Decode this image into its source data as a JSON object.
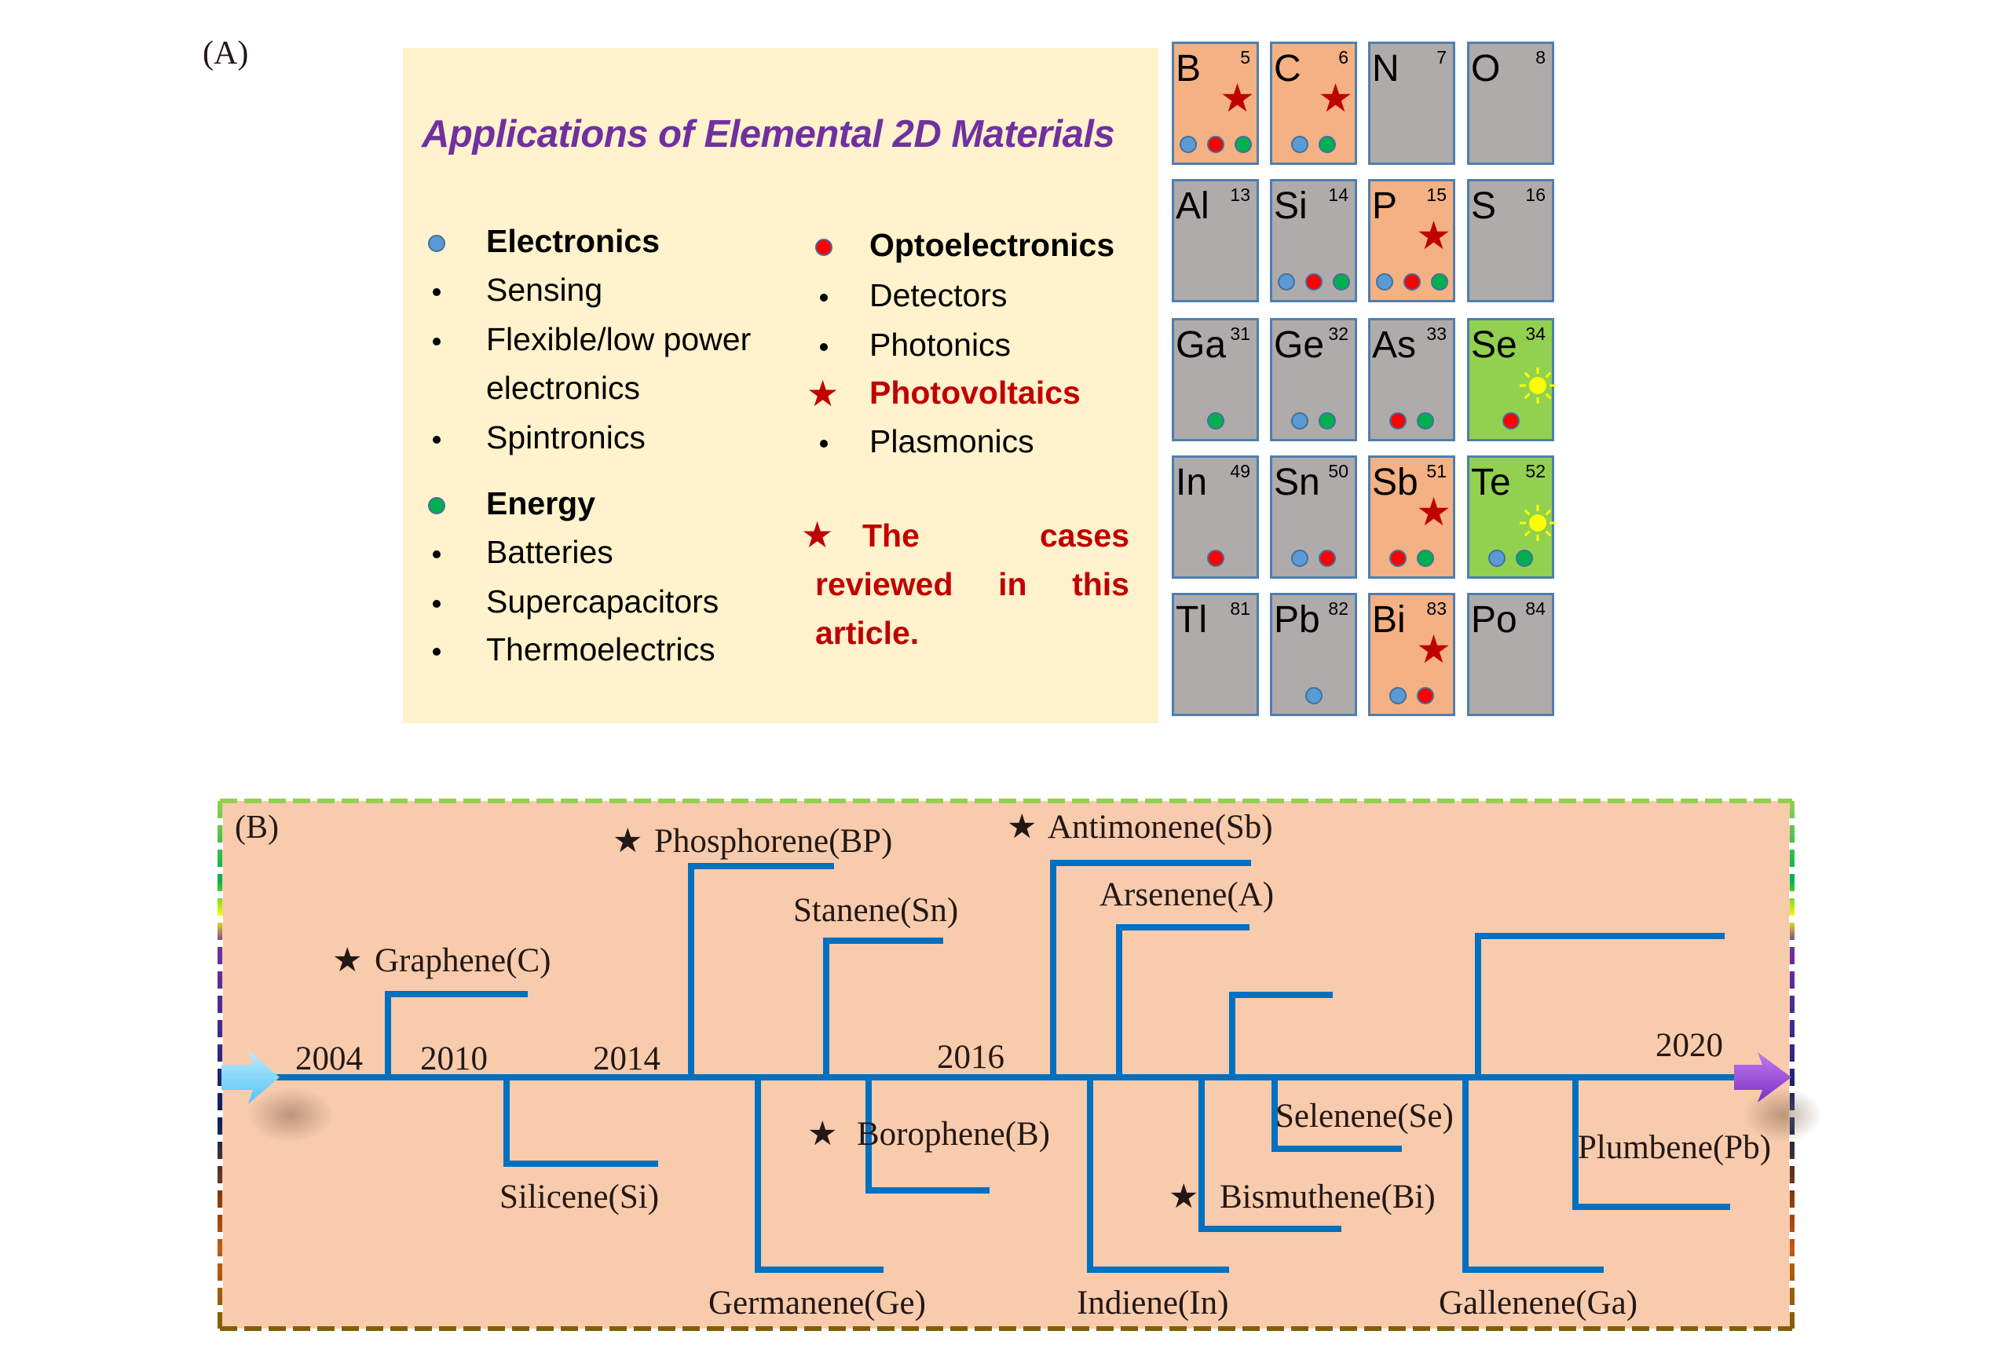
{
  "panel_a": {
    "label": "(A)",
    "title": "Applications of Elemental 2D Materials",
    "legend": {
      "colors": {
        "electronics": "#5B9BD5",
        "optoelectronics": "#FF0000",
        "energy": "#00B050",
        "photovoltaics_star": "#C00000",
        "sun": "#FFFF00"
      },
      "left_column": [
        {
          "type": "head",
          "marker": "electronics",
          "text": "Electronics"
        },
        {
          "type": "bullet",
          "text": "Sensing"
        },
        {
          "type": "bullet",
          "text": "Flexible/low power"
        },
        {
          "type": "cont",
          "text": "electronics"
        },
        {
          "type": "bullet",
          "text": "Spintronics"
        },
        {
          "type": "gap"
        },
        {
          "type": "head",
          "marker": "energy",
          "text": "Energy"
        },
        {
          "type": "bullet",
          "text": "Batteries"
        },
        {
          "type": "bullet",
          "text": "Supercapacitors"
        },
        {
          "type": "bullet",
          "text": "Thermoelectrics"
        }
      ],
      "right_column": [
        {
          "type": "head",
          "marker": "optoelectronics",
          "text": "Optoelectronics"
        },
        {
          "type": "bullet",
          "text": "Detectors"
        },
        {
          "type": "bullet",
          "text": "Photonics"
        },
        {
          "type": "star",
          "text": "Photovoltaics"
        },
        {
          "type": "bullet",
          "text": "Plasmonics"
        }
      ],
      "note_lines": [
        [
          "The",
          "cases"
        ],
        [
          "reviewed",
          "in",
          "this"
        ],
        [
          "article."
        ]
      ]
    },
    "tile_colors": {
      "reviewed": "#F4B183",
      "plain": "#AFABAB",
      "photovoltaic": "#92D050"
    },
    "elements": [
      {
        "symbol": "B",
        "number": "5",
        "kind": "reviewed",
        "star": true,
        "sun": false,
        "dots": [
          "electronics",
          "optoelectronics",
          "energy"
        ]
      },
      {
        "symbol": "C",
        "number": "6",
        "kind": "reviewed",
        "star": true,
        "sun": false,
        "dots": [
          "electronics",
          "energy"
        ]
      },
      {
        "symbol": "N",
        "number": "7",
        "kind": "plain",
        "star": false,
        "sun": false,
        "dots": []
      },
      {
        "symbol": "O",
        "number": "8",
        "kind": "plain",
        "star": false,
        "sun": false,
        "dots": []
      },
      {
        "symbol": "Al",
        "number": "13",
        "kind": "plain",
        "star": false,
        "sun": false,
        "dots": []
      },
      {
        "symbol": "Si",
        "number": "14",
        "kind": "plain",
        "star": false,
        "sun": false,
        "dots": [
          "electronics",
          "optoelectronics",
          "energy"
        ]
      },
      {
        "symbol": "P",
        "number": "15",
        "kind": "reviewed",
        "star": true,
        "sun": false,
        "dots": [
          "electronics",
          "optoelectronics",
          "energy"
        ]
      },
      {
        "symbol": "S",
        "number": "16",
        "kind": "plain",
        "star": false,
        "sun": false,
        "dots": []
      },
      {
        "symbol": "Ga",
        "number": "31",
        "kind": "plain",
        "star": false,
        "sun": false,
        "dots": [
          "energy"
        ]
      },
      {
        "symbol": "Ge",
        "number": "32",
        "kind": "plain",
        "star": false,
        "sun": false,
        "dots": [
          "electronics",
          "energy"
        ]
      },
      {
        "symbol": "As",
        "number": "33",
        "kind": "plain",
        "star": false,
        "sun": false,
        "dots": [
          "optoelectronics",
          "energy"
        ]
      },
      {
        "symbol": "Se",
        "number": "34",
        "kind": "photovoltaic",
        "star": false,
        "sun": true,
        "dots": [
          "optoelectronics"
        ]
      },
      {
        "symbol": "In",
        "number": "49",
        "kind": "plain",
        "star": false,
        "sun": false,
        "dots": [
          "optoelectronics"
        ]
      },
      {
        "symbol": "Sn",
        "number": "50",
        "kind": "plain",
        "star": false,
        "sun": false,
        "dots": [
          "electronics",
          "optoelectronics"
        ]
      },
      {
        "symbol": "Sb",
        "number": "51",
        "kind": "reviewed",
        "star": true,
        "sun": false,
        "dots": [
          "optoelectronics",
          "energy"
        ]
      },
      {
        "symbol": "Te",
        "number": "52",
        "kind": "photovoltaic",
        "star": false,
        "sun": true,
        "dots": [
          "electronics",
          "energy"
        ]
      },
      {
        "symbol": "Tl",
        "number": "81",
        "kind": "plain",
        "star": false,
        "sun": false,
        "dots": []
      },
      {
        "symbol": "Pb",
        "number": "82",
        "kind": "plain",
        "star": false,
        "sun": false,
        "dots": [
          "electronics"
        ]
      },
      {
        "symbol": "Bi",
        "number": "83",
        "kind": "reviewed",
        "star": true,
        "sun": false,
        "dots": [
          "electronics",
          "optoelectronics"
        ]
      },
      {
        "symbol": "Po",
        "number": "84",
        "kind": "plain",
        "star": false,
        "sun": false,
        "dots": []
      }
    ]
  },
  "panel_b": {
    "label": "(B)",
    "colors": {
      "background": "#F8CBAD",
      "line": "#0070C0",
      "start_arrow": "#7FD4FF",
      "end_arrow": "#9B45D9"
    },
    "years": [
      "2004",
      "2010",
      "2014",
      "2016",
      "2020"
    ],
    "star_glyph": "★",
    "materials": [
      {
        "name": "Graphene(C)",
        "direction": "up",
        "starred": true
      },
      {
        "name": "Silicene(Si)",
        "direction": "down",
        "starred": false
      },
      {
        "name": "Phosphorene(BP)",
        "direction": "up",
        "starred": true
      },
      {
        "name": "Germanene(Ge)",
        "direction": "down",
        "starred": false
      },
      {
        "name": "Stanene(Sn)",
        "direction": "up",
        "starred": false
      },
      {
        "name": "Borophene(B)",
        "direction": "down",
        "starred": true
      },
      {
        "name": "Antimonene(Sb)",
        "direction": "up",
        "starred": true
      },
      {
        "name": "Indiene(In)",
        "direction": "down",
        "starred": false
      },
      {
        "name": "Arsenene(A)",
        "direction": "up",
        "starred": false
      },
      {
        "name": "Bismuthene(Bi)",
        "direction": "down",
        "starred": true
      },
      {
        "name": "",
        "direction": "up",
        "starred": false
      },
      {
        "name": "Selenene(Se)",
        "direction": "down",
        "starred": false
      },
      {
        "name": "Gallenene(Ga)",
        "direction": "down",
        "starred": false
      },
      {
        "name": "",
        "direction": "up",
        "starred": false
      },
      {
        "name": "Plumbene(Pb)",
        "direction": "down",
        "starred": false
      }
    ]
  }
}
